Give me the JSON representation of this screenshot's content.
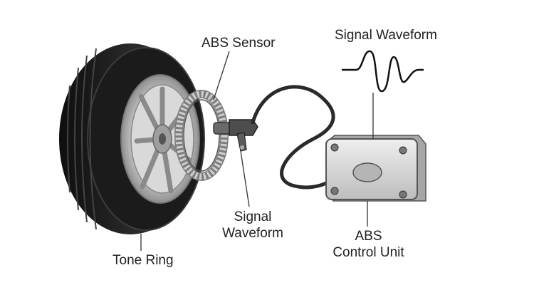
{
  "labels": {
    "abs_sensor": "ABS Sensor",
    "signal_waveform_top": "Signal Waveform",
    "signal_waveform_mid_line1": "Signal",
    "signal_waveform_mid_line2": "Waveform",
    "abs_control_unit_line1": "ABS",
    "abs_control_unit_line2": "Control Unit",
    "tone_ring": "Tone Ring"
  },
  "colors": {
    "tire": "#1c1c1c",
    "tread": "#3a3a3a",
    "rim": "#c9c9c9",
    "ring": "#9a9a9a",
    "sensor": "#5a5a5a",
    "cable": "#2a2a2a",
    "unit": "#d6d6d6",
    "unit_side": "#a9a9a9",
    "leader": "#333333",
    "waveform": "#111111"
  }
}
